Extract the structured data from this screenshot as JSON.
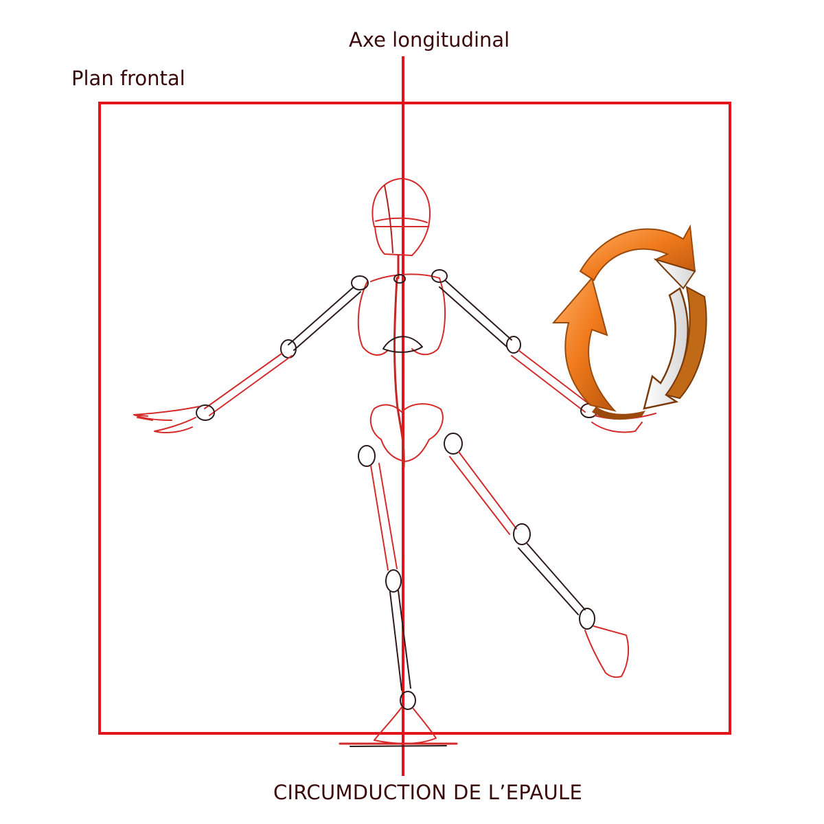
{
  "labels": {
    "axis": "Axe longitudinal",
    "plane": "Plan frontal",
    "caption": "CIRCUMDUCTION DE L’EPAULE"
  },
  "colors": {
    "guide_red": "#e3141b",
    "sketch_red": "#d42a2a",
    "sketch_dark": "#2b1a1a",
    "label_text": "#3a0a0a",
    "arrow_orange": "#f07a1c",
    "arrow_dark": "#9a4a0c",
    "arrow_white": "#f4f4f4"
  },
  "icons": {
    "rotation": "circular-rotation-arrows-icon"
  }
}
